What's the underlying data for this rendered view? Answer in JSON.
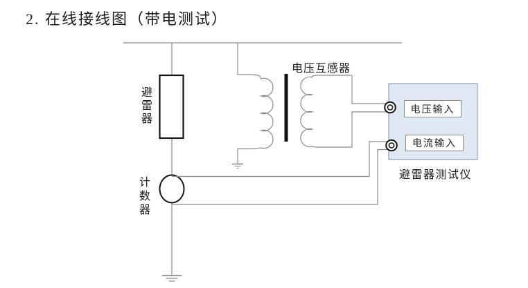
{
  "title": "2. 在线接线图（带电测试）",
  "diagram": {
    "labels": {
      "arrester": "避雷器",
      "counter": "计数器",
      "voltage_transformer": "电压互感器",
      "tester": "避雷器测试仪",
      "voltage_input": "电压输入",
      "current_input": "电流输入"
    },
    "colors": {
      "wire": "#8c8c8c",
      "component_stroke": "#141414",
      "tester_fill": "#dfe8f3",
      "tester_border": "#92a0b5",
      "ground": "#8a8a8a"
    }
  }
}
